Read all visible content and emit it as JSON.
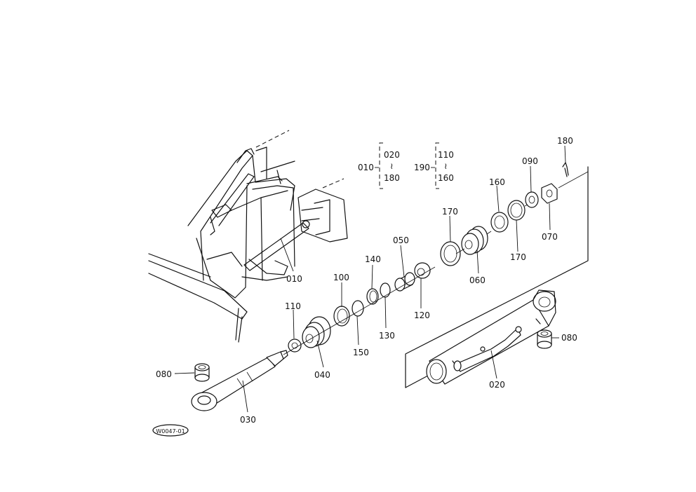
{
  "diagram_code": "W0047-01",
  "callouts": {
    "c010": "010",
    "c020": "020",
    "c030": "030",
    "c040": "040",
    "c050": "050",
    "c060": "060",
    "c070": "070",
    "c080a": "080",
    "c080b": "080",
    "c090": "090",
    "c100": "100",
    "c110": "110",
    "c120": "120",
    "c130": "130",
    "c140": "140",
    "c150": "150",
    "c160": "160",
    "c170a": "170",
    "c170b": "170",
    "c180": "180",
    "c190": "190"
  },
  "assemblies": [
    {
      "key": "010",
      "from": "020",
      "sep": "≀",
      "to": "180"
    },
    {
      "key": "190",
      "from": "110",
      "sep": "≀",
      "to": "160"
    }
  ]
}
